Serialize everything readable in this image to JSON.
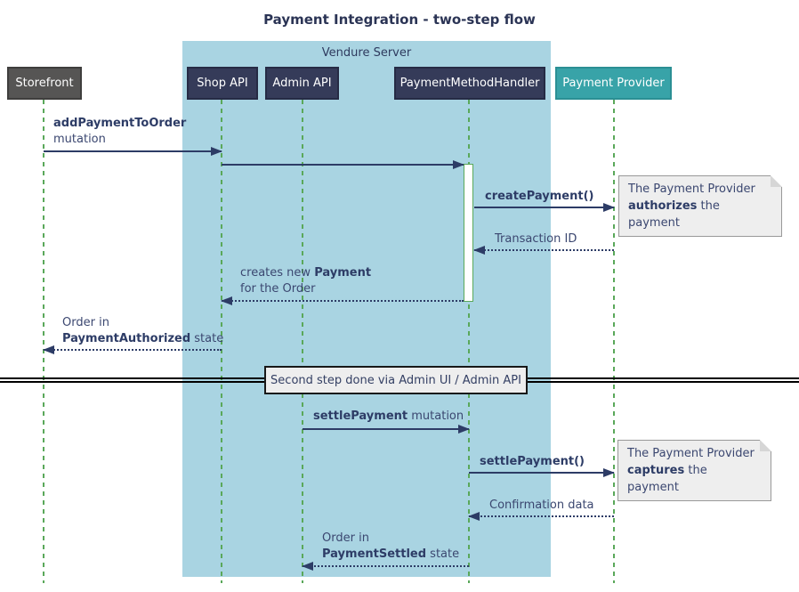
{
  "title": "Payment Integration - two-step flow",
  "frame": {
    "label": "Vendure Server"
  },
  "participants": {
    "storefront": {
      "label": "Storefront"
    },
    "shop_api": {
      "label": "Shop API"
    },
    "admin_api": {
      "label": "Admin API"
    },
    "payment_method_handler": {
      "label": "PaymentMethodHandler"
    },
    "payment_provider": {
      "label": "Payment Provider"
    }
  },
  "messages": {
    "add_payment": {
      "name": "addPaymentToOrder",
      "line2": "mutation"
    },
    "create_payment": {
      "name": "createPayment()"
    },
    "transaction_id": {
      "text": "Transaction ID"
    },
    "creates_payment": {
      "prefix": "creates new ",
      "name": "Payment",
      "line2": "for the Order"
    },
    "order_authorized": {
      "line1": "Order in",
      "name": "PaymentAuthorized",
      "suffix": " state"
    },
    "settle_payment_mutation": {
      "name": "settlePayment",
      "suffix": " mutation"
    },
    "settle_payment_call": {
      "name": "settlePayment()"
    },
    "confirmation_data": {
      "text": "Confirmation data"
    },
    "order_settled": {
      "line1": "Order in",
      "name": "PaymentSettled",
      "suffix": " state"
    }
  },
  "notes": {
    "authorize": {
      "line1": "The Payment Provider",
      "bold": "authorizes",
      "rest": " the payment"
    },
    "capture": {
      "line1": "The Payment Provider",
      "bold": "captures",
      "rest": " the payment"
    }
  },
  "divider": {
    "label": "Second step done via Admin UI / Admin API"
  },
  "colors": {
    "frame_background": "#a9d4e2",
    "participant_navy": "#353b59",
    "participant_teal": "#38a3a8",
    "participant_gray": "#565554",
    "lifeline_green": "#5aa85a",
    "arrow_navy": "#2d3c66",
    "note_background": "#eeeeee",
    "divider_black": "#000000"
  }
}
